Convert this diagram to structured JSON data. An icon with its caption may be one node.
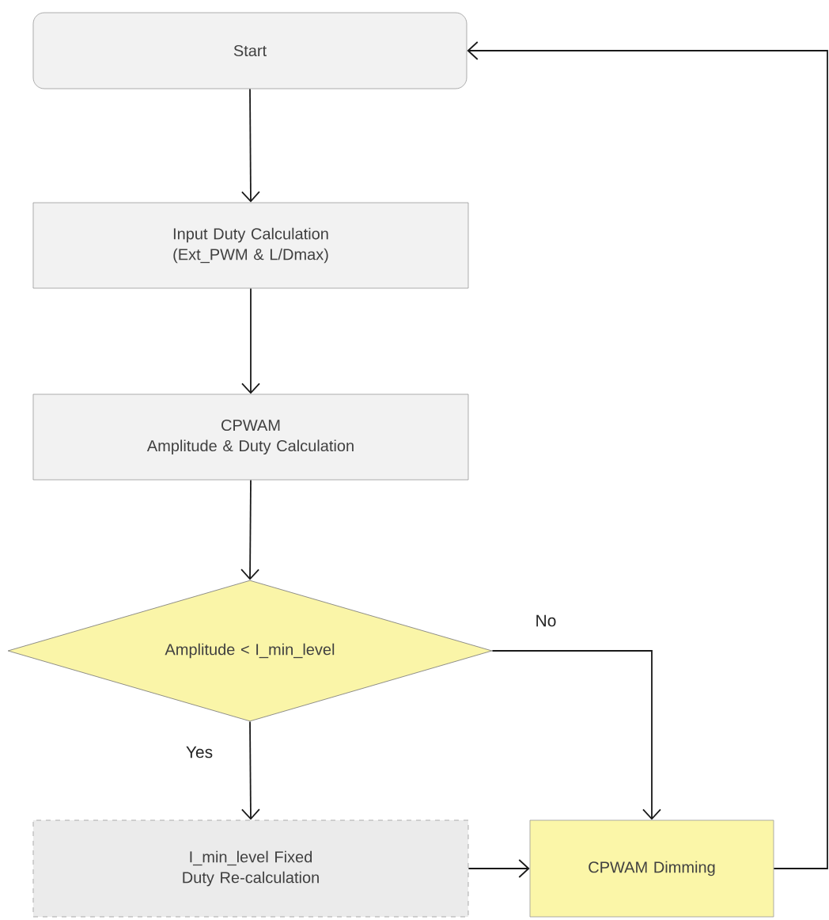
{
  "diagram": {
    "nodes": [
      {
        "text": [
          "Start"
        ]
      },
      {
        "text": [
          "Input Duty Calculation (Ext_PWM & L/Dmax)"
        ]
      },
      {
        "text": [
          "CPWAM Amplitude & Duty Calculation"
        ]
      },
      {
        "text": [
          "Amplitude < I_min_level"
        ]
      },
      {
        "text": [
          "I_min_level Fixed Duty Re-calculation"
        ]
      },
      {
        "text": [
          "CPWAM Dimming"
        ]
      }
    ],
    "edges": [
      {
        "from": 0,
        "to": 1,
        "arrow": "to"
      },
      {
        "from": 1,
        "to": 2,
        "arrow": "to"
      },
      {
        "from": 2,
        "to": 3,
        "arrow": "to"
      },
      {
        "from": 3,
        "to": 4,
        "arrow": "to",
        "label": "Yes"
      },
      {
        "from": 3,
        "to": 5,
        "arrow": "to",
        "label": "No"
      },
      {
        "from": 4,
        "to": 5,
        "arrow": "to"
      },
      {
        "from": 5,
        "to": 0,
        "arrow": "to"
      }
    ]
  }
}
